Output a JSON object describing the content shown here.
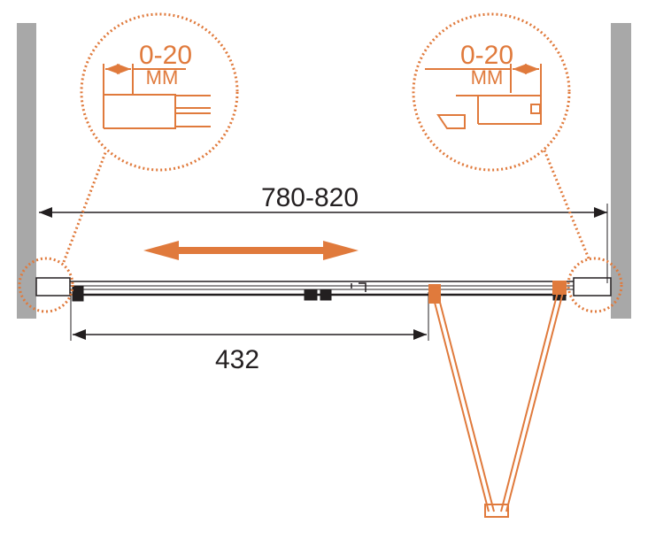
{
  "dimensions": {
    "overall_width": "780-820",
    "door_width": "432"
  },
  "details": {
    "left": {
      "range": "0-20",
      "unit": "MM"
    },
    "right": {
      "range": "0-20",
      "unit": "MM"
    }
  },
  "colors": {
    "accent": "#e07a3c",
    "wall": "#a8a8a8",
    "line": "#231f20"
  }
}
